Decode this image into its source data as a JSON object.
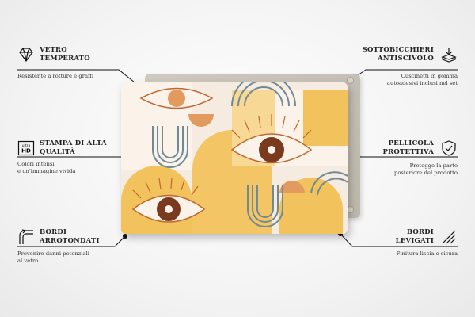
{
  "features": {
    "vetro": {
      "title_line1": "VETRO",
      "title_line2": "TEMPERATO",
      "desc": "Resistente a rotture e graffi",
      "icon": "diamond-icon"
    },
    "stampa": {
      "title_line1": "STAMPA DI ALTA",
      "title_line2": "QUALITÀ",
      "desc_line1": "Colori intensi",
      "desc_line2": "e un'immagine vivida",
      "icon": "ultra-hd-icon",
      "icon_text1": "ultra",
      "icon_text2": "HD"
    },
    "bordi_arrotondati": {
      "title_line1": "BORDI",
      "title_line2": "ARROTONDATI",
      "desc_line1": "Prevenire danni potenziali",
      "desc_line2": "al vetro",
      "icon": "rounded-corner-icon"
    },
    "sottobicchieri": {
      "title_line1": "SOTTOBICCHIERI",
      "title_line2": "ANTISCIVOLO",
      "desc_line1": "Cuscinetti in gomma",
      "desc_line2": "autoadesivi inclusi nel set",
      "icon": "press-down-icon"
    },
    "pellicola": {
      "title_line1": "PELLICOLA",
      "title_line2": "PROTETTIVA",
      "desc_line1": "Protegge la parte",
      "desc_line2": "posteriore del prodotto",
      "icon": "shield-check-icon"
    },
    "bordi_levigati": {
      "title_line1": "BORDI",
      "title_line2": "LEVIGATI",
      "desc": "Finitura liscia e sicura",
      "icon": "smooth-edge-icon"
    }
  },
  "colors": {
    "accent_orange": "#c0662e",
    "brown": "#7a3a1e",
    "yellow": "#f2c35d",
    "pale_yellow": "#f7d995",
    "blue_grey": "#6f8a96",
    "cream": "#f6ebe0"
  }
}
